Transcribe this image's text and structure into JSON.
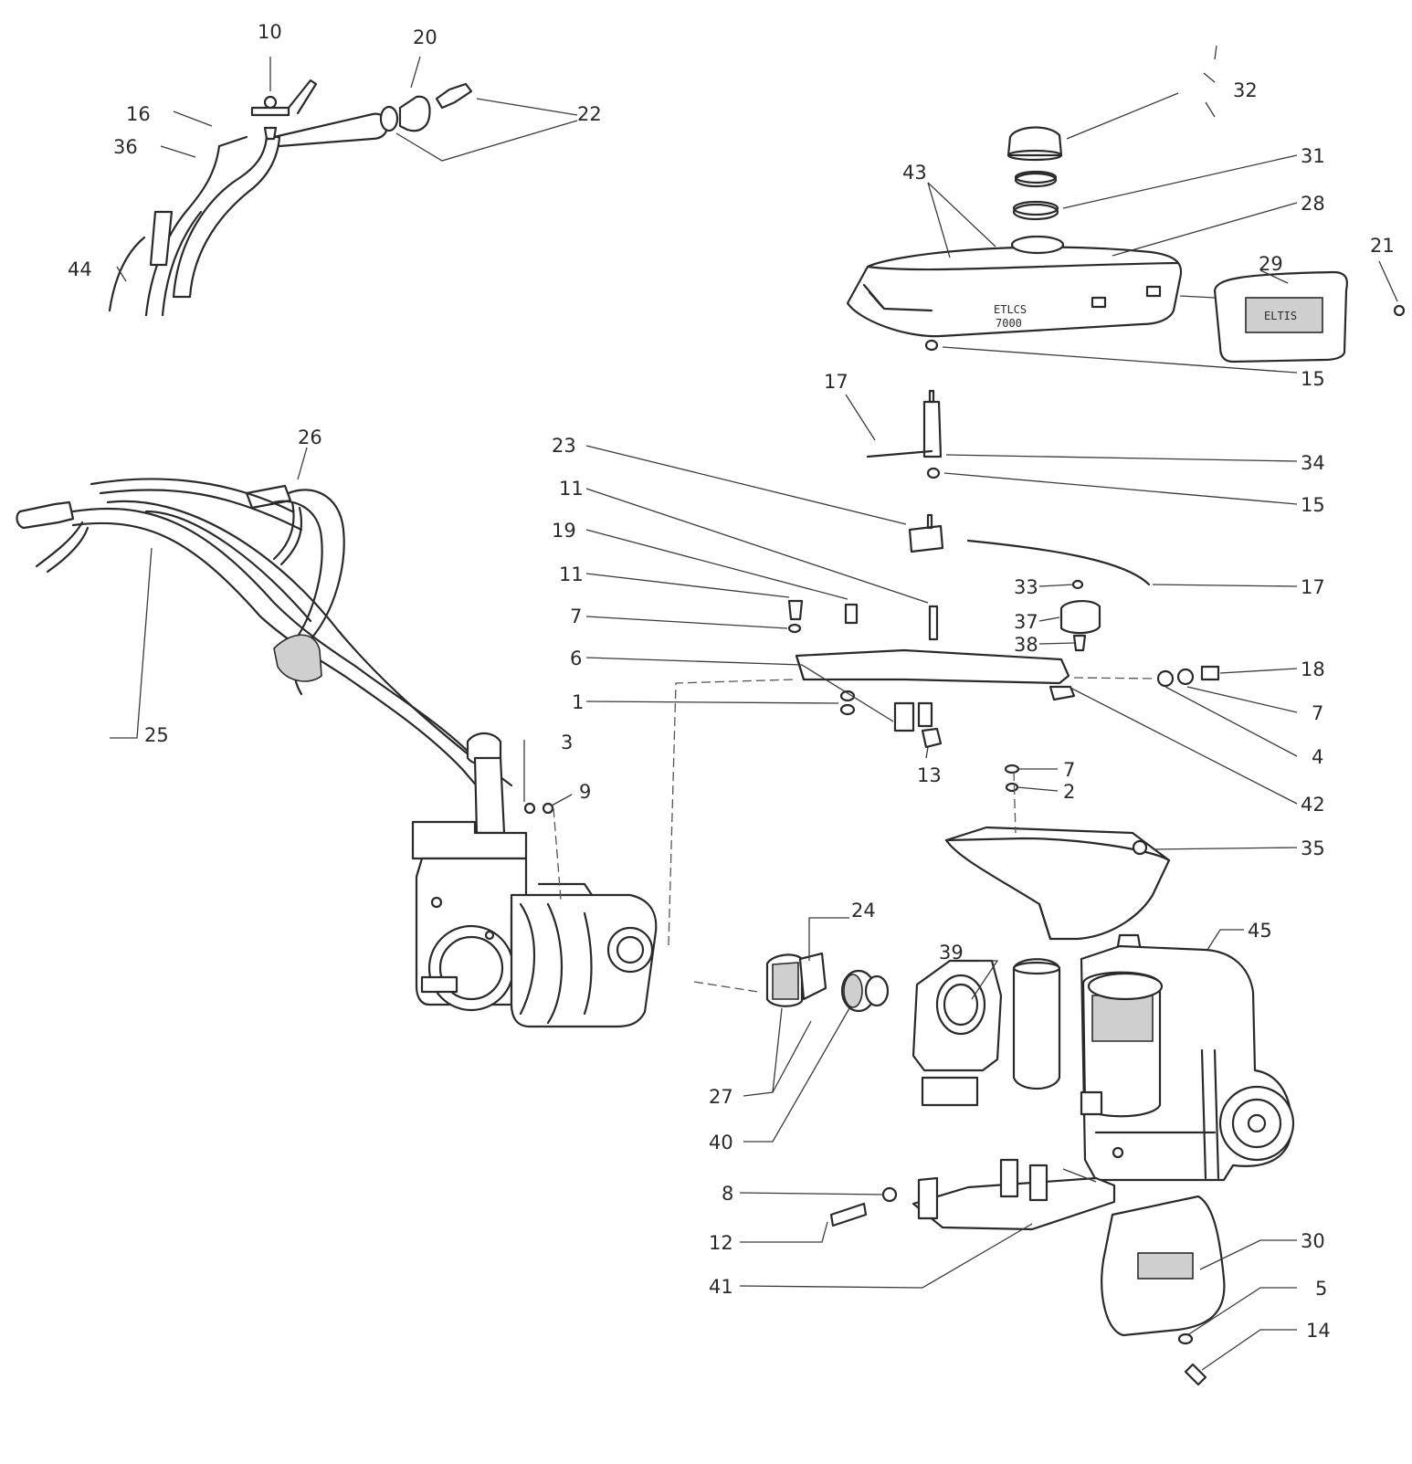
{
  "diagram": {
    "type": "exploded-parts-view",
    "callouts": [
      "1",
      "2",
      "3",
      "4",
      "5",
      "6",
      "7",
      "8",
      "9",
      "10",
      "11",
      "12",
      "13",
      "14",
      "15",
      "16",
      "17",
      "18",
      "19",
      "20",
      "21",
      "22",
      "23",
      "24",
      "25",
      "26",
      "27",
      "28",
      "29",
      "30",
      "31",
      "32",
      "33",
      "34",
      "35",
      "36",
      "37",
      "38",
      "39",
      "40",
      "41",
      "42",
      "43",
      "44",
      "45"
    ],
    "hood_badge": [
      "ETLCS",
      "7000"
    ],
    "nameplate_text": "ELTIS"
  }
}
